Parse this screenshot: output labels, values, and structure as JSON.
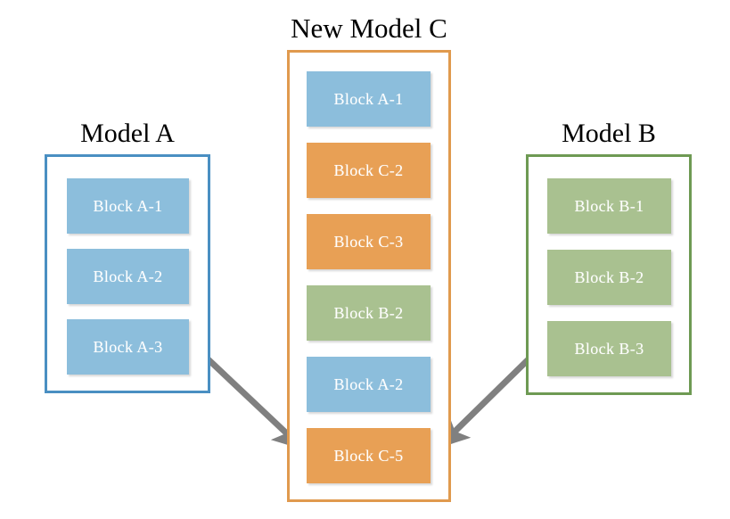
{
  "diagram": {
    "title_left": "Model A",
    "title_center": "New Model C",
    "title_right": "Model B",
    "colors": {
      "blue_fill": "#8cbedc",
      "orange_fill": "#e8a055",
      "green_fill": "#a9c190",
      "blue_border": "#4a8fc2",
      "orange_border": "#e09a4e",
      "green_border": "#6e9a53",
      "arrow": "#808080",
      "background": "#ffffff",
      "block_text": "#ffffff",
      "title_text": "#000000"
    },
    "model_a": {
      "label": "Model A",
      "blocks": [
        {
          "label": "Block A-1",
          "color": "blue"
        },
        {
          "label": "Block A-2",
          "color": "blue"
        },
        {
          "label": "Block A-3",
          "color": "blue"
        }
      ]
    },
    "model_b": {
      "label": "Model B",
      "blocks": [
        {
          "label": "Block B-1",
          "color": "green"
        },
        {
          "label": "Block B-2",
          "color": "green"
        },
        {
          "label": "Block B-3",
          "color": "green"
        }
      ]
    },
    "model_c": {
      "label": "New Model C",
      "blocks": [
        {
          "label": "Block A-1",
          "color": "blue"
        },
        {
          "label": "Block C-2",
          "color": "orange"
        },
        {
          "label": "Block C-3",
          "color": "orange"
        },
        {
          "label": "Block B-2",
          "color": "green"
        },
        {
          "label": "Block A-2",
          "color": "blue"
        },
        {
          "label": "Block C-5",
          "color": "orange"
        }
      ]
    },
    "arrows": [
      {
        "name": "arrow-model-a-to-model-c",
        "from": "Model A",
        "to": "New Model C",
        "direction": "down-right"
      },
      {
        "name": "arrow-model-b-to-model-c",
        "from": "Model B",
        "to": "New Model C",
        "direction": "down-left"
      }
    ]
  }
}
